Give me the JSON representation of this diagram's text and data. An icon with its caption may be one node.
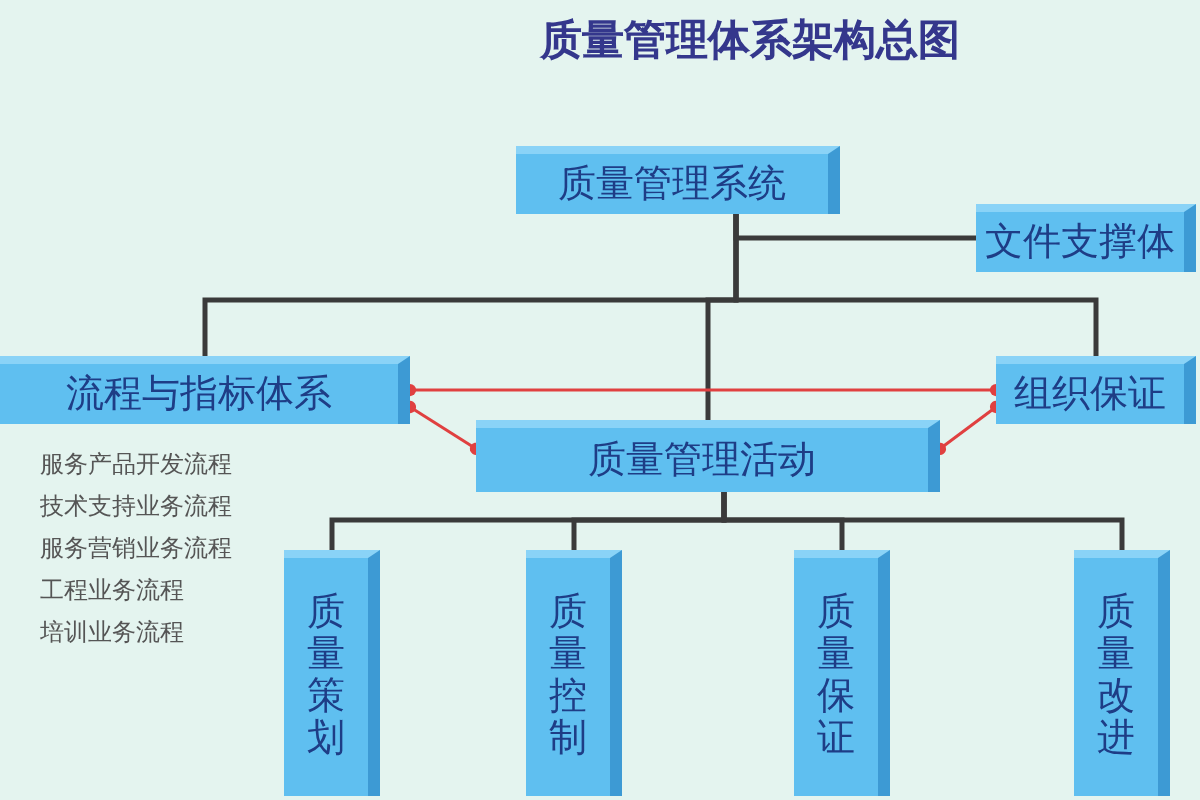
{
  "diagram": {
    "title": "质量管理体系架构总图",
    "nodes": [
      {
        "text": [
          "质量管理系统"
        ]
      },
      {
        "text": [
          "文件支撑体"
        ]
      },
      {
        "text": [
          "流程与指标体系"
        ],
        "beside": [
          "服务产品开发流程",
          "技术支持业务流程",
          "服务营销业务流程",
          "工程业务流程",
          "培训业务流程"
        ]
      },
      {
        "text": [
          "组织保证"
        ]
      },
      {
        "text": [
          "质量管理活动"
        ]
      },
      {
        "text": [
          "质量策划"
        ]
      },
      {
        "text": [
          "质量控制"
        ]
      },
      {
        "text": [
          "质量保证"
        ]
      },
      {
        "text": [
          "质量改进"
        ]
      }
    ],
    "edges": [
      {
        "from": 0,
        "to": 1,
        "arrow": "none"
      },
      {
        "from": 0,
        "to": 2,
        "arrow": "none"
      },
      {
        "from": 0,
        "to": 3,
        "arrow": "none"
      },
      {
        "from": 0,
        "to": 4,
        "arrow": "none"
      },
      {
        "from": 2,
        "to": 3,
        "arrow": "other",
        "color": "#e04040"
      },
      {
        "from": 2,
        "to": 4,
        "arrow": "other",
        "color": "#e04040"
      },
      {
        "from": 3,
        "to": 4,
        "arrow": "other",
        "color": "#e04040"
      },
      {
        "from": 4,
        "to": 5,
        "arrow": "none"
      },
      {
        "from": 4,
        "to": 6,
        "arrow": "none"
      },
      {
        "from": 4,
        "to": 7,
        "arrow": "none"
      },
      {
        "from": 4,
        "to": 8,
        "arrow": "none"
      }
    ]
  }
}
